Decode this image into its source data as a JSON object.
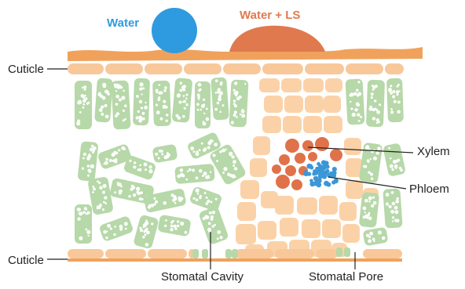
{
  "labels": {
    "water": "Water",
    "water_ls": "Water + LS",
    "cuticle_top": "Cuticle",
    "cuticle_bottom": "Cuticle",
    "xylem": "Xylem",
    "phloem": "Phloem",
    "stomatal_cavity": "Stomatal Cavity",
    "stomatal_pore": "Stomatal Pore"
  },
  "colors": {
    "water_drop": "#2e9be0",
    "water_ls_drop": "#e07a4e",
    "wax_layer": "#f0a25c",
    "cuticle_cell": "#f8c89b",
    "mesophyll_cell": "#b7d8a9",
    "mesophyll_dot": "#ffffff",
    "bundle_sheath": "#fbd2a8",
    "xylem_vessel": "#e0724a",
    "phloem_cell": "#3b97d6",
    "label_text": "#222222",
    "label_line": "#222222"
  }
}
